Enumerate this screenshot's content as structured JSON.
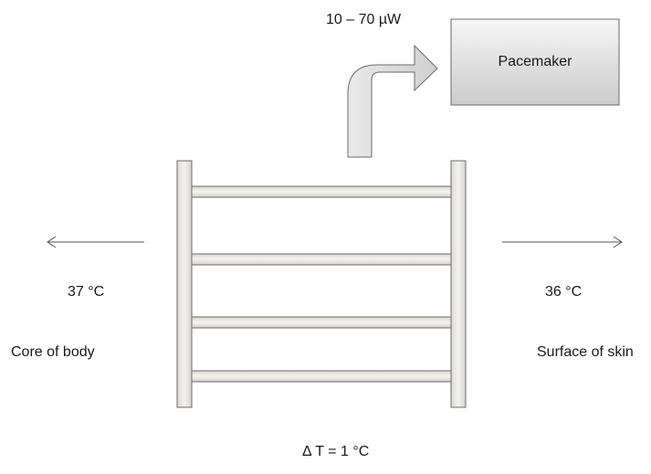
{
  "power_label": "10 – 70 µW",
  "pacemaker_label": "Pacemaker",
  "core_temp_label": "37 °C",
  "skin_temp_label": "36 °C",
  "core_label": "Core of body",
  "skin_label": "Surface of skin",
  "delta_label": "Δ T = 1 °C",
  "colors": {
    "outline": "#6b6b6b",
    "box_fill_top": "#f4f4f4",
    "box_fill_bottom": "#c9c9c9",
    "bar_fill": "#e8e6e3",
    "arrow_line": "#555555"
  }
}
